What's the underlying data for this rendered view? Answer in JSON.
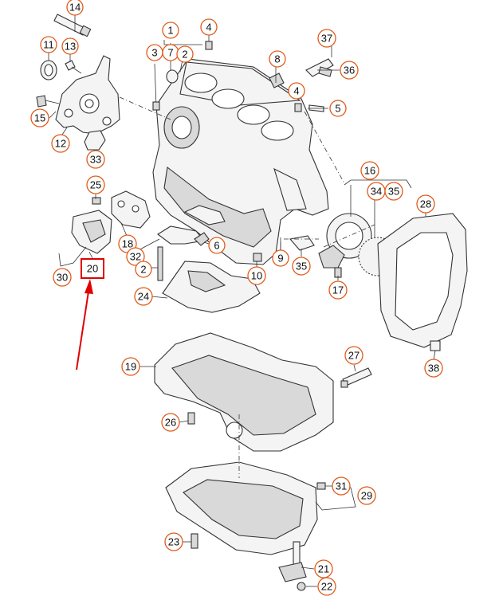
{
  "diagram": {
    "highlight_color": "#e00000",
    "callout_color": "#e05a1a",
    "highlighted_part": "20",
    "callouts": [
      "14",
      "11",
      "13",
      "1",
      "3",
      "7",
      "2",
      "4",
      "37",
      "8",
      "36",
      "4",
      "5",
      "15",
      "12",
      "33",
      "16",
      "34",
      "35",
      "25",
      "28",
      "18",
      "6",
      "9",
      "35",
      "32",
      "20",
      "30",
      "2",
      "10",
      "17",
      "24",
      "38",
      "19",
      "27",
      "26",
      "31",
      "29",
      "23",
      "21",
      "22"
    ]
  }
}
